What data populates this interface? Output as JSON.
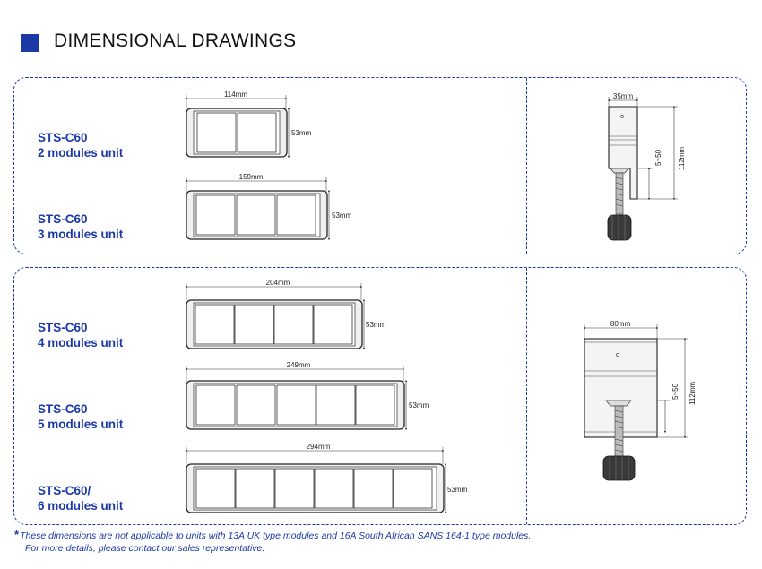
{
  "header": {
    "title": "DIMENSIONAL DRAWINGS"
  },
  "units": [
    {
      "model": "STS-C60",
      "desc": "2 modules unit",
      "width_label": "114mm",
      "height_label": "53mm",
      "modules": 2
    },
    {
      "model": "STS-C60",
      "desc": "3 modules unit",
      "width_label": "159mm",
      "height_label": "53mm",
      "modules": 3
    },
    {
      "model": "STS-C60",
      "desc": "4 modules unit",
      "width_label": "204mm",
      "height_label": "53mm",
      "modules": 4
    },
    {
      "model": "STS-C60",
      "desc": "5 modules unit",
      "width_label": "249mm",
      "height_label": "53mm",
      "modules": 5
    },
    {
      "model": "STS-C60/",
      "desc": "6 modules unit",
      "width_label": "294mm",
      "height_label": "53mm",
      "modules": 6
    }
  ],
  "clamps": [
    {
      "width_label": "35mm",
      "range_label": "5~50",
      "height_label": "112mm"
    },
    {
      "width_label": "80mm",
      "range_label": "5~50",
      "height_label": "112mm"
    }
  ],
  "footnote": {
    "star": "*",
    "line1": "These dimensions are not applicable to units with 13A UK type modules and 16A South African SANS 164-1 type modules.",
    "line2": "For more details, please contact our sales representative."
  }
}
